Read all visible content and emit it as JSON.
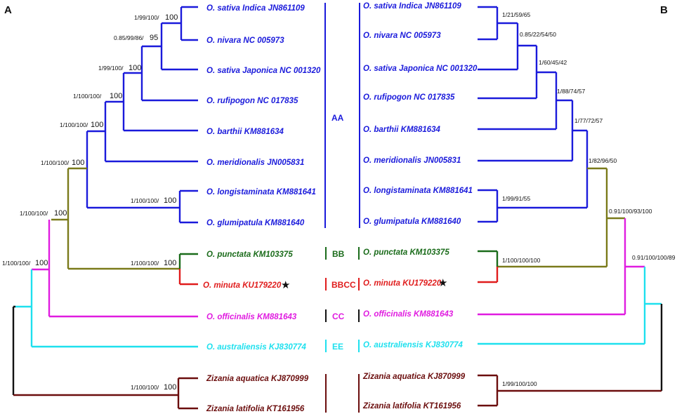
{
  "panels": {
    "left": "A",
    "right": "B"
  },
  "colors": {
    "AA": "#1a1adb",
    "BB": "#1a6b1a",
    "BBCC": "#e01c1c",
    "CC": "#e01ce0",
    "EE": "#1ee0ee",
    "outgroup": "#6b0d0d",
    "olive": "#7a7a1a",
    "root": "#111111"
  },
  "taxa": [
    {
      "id": "indica",
      "label": "O. sativa Indica JN861109",
      "group": "AA",
      "star": false
    },
    {
      "id": "nivara",
      "label": "O. nivara NC 005973",
      "group": "AA",
      "star": false
    },
    {
      "id": "japonica",
      "label": "O. sativa Japonica NC 001320",
      "group": "AA",
      "star": false
    },
    {
      "id": "rufipogon",
      "label": "O. rufipogon NC 017835",
      "group": "AA",
      "star": false
    },
    {
      "id": "barthii",
      "label": "O. barthii KM881634",
      "group": "AA",
      "star": false
    },
    {
      "id": "meridionalis",
      "label": "O. meridionalis JN005831",
      "group": "AA",
      "star": false
    },
    {
      "id": "longistaminata",
      "label": "O. longistaminata KM881641",
      "group": "AA",
      "star": false
    },
    {
      "id": "glumipatula",
      "label": "O. glumipatula KM881640",
      "group": "AA",
      "star": false
    },
    {
      "id": "punctata",
      "label": "O. punctata KM103375",
      "group": "BB",
      "star": false
    },
    {
      "id": "minuta",
      "label": "O. minuta KU179220",
      "group": "BBCC",
      "star": true
    },
    {
      "id": "officinalis",
      "label": "O. officinalis KM881643",
      "group": "CC",
      "star": false
    },
    {
      "id": "australiensis",
      "label": "O. australiensis KJ830774",
      "group": "EE",
      "star": false
    },
    {
      "id": "aquatica",
      "label": "Zizania aquatica KJ870999",
      "group": "outgroup",
      "star": false
    },
    {
      "id": "latifolia",
      "label": "Zizania latifolia KT161956",
      "group": "outgroup",
      "star": false
    }
  ],
  "star_glyph": "★",
  "genome_groups": [
    {
      "label": "AA",
      "color_key": "AA"
    },
    {
      "label": "BB",
      "color_key": "BB"
    },
    {
      "label": "BBCC",
      "color_key": "BBCC"
    },
    {
      "label": "CC",
      "color_key": "CC"
    },
    {
      "label": "EE",
      "color_key": "EE"
    },
    {
      "label": "",
      "color_key": "outgroup"
    }
  ],
  "tree_A_support": [
    {
      "node": "indica_nivara",
      "small": "1/99/100/",
      "big": "100"
    },
    {
      "node": "plus_japonica",
      "small": "0.85/99/86/",
      "big": "95"
    },
    {
      "node": "plus_rufipogon",
      "small": "1/99/100/",
      "big": "100"
    },
    {
      "node": "plus_barthii",
      "small": "1/100/100/",
      "big": "100"
    },
    {
      "node": "plus_meridionalis",
      "small": "1/100/100/",
      "big": "100"
    },
    {
      "node": "longi_glumi",
      "small": "1/100/100/",
      "big": "100"
    },
    {
      "node": "AA_clade",
      "small": "1/100/100/",
      "big": "100"
    },
    {
      "node": "punctata_minuta",
      "small": "1/100/100/",
      "big": "100"
    },
    {
      "node": "AA_B",
      "small": "1/100/100/",
      "big": "100"
    },
    {
      "node": "plus_officinalis",
      "small": "1/100/100/",
      "big": "100"
    },
    {
      "node": "zizania",
      "small": "1/100/100/",
      "big": "100"
    }
  ],
  "tree_B_support": [
    {
      "node": "indica_nivara",
      "label": "1/21/59/65"
    },
    {
      "node": "plus_japonica",
      "label": "0.85/22/54/50"
    },
    {
      "node": "plus_rufipogon",
      "label": "1/60/45/42"
    },
    {
      "node": "plus_barthii",
      "label": "1/88/74/57"
    },
    {
      "node": "plus_meridionalis",
      "label": "1/77/72/57"
    },
    {
      "node": "longi_glumi",
      "label": "1/99/91/55"
    },
    {
      "node": "AA_clade",
      "label": "1/82/96/50"
    },
    {
      "node": "punctata_minuta",
      "label": "1/100/100/100"
    },
    {
      "node": "AA_B",
      "label": "0.91/100/93/100"
    },
    {
      "node": "plus_officinalis",
      "label": "0.91/100/100/89"
    },
    {
      "node": "zizania",
      "label": "1/99/100/100"
    }
  ]
}
